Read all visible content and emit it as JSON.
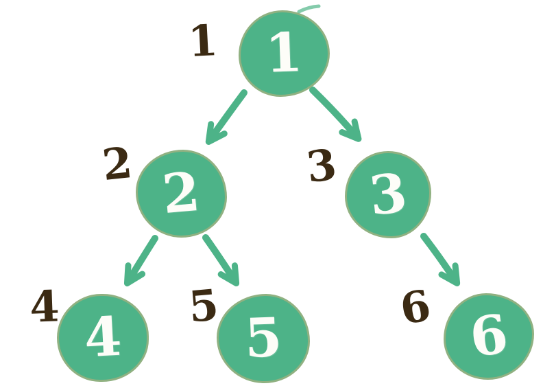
{
  "diagram": {
    "kind": "binary-tree",
    "tree": {
      "nodes": [
        {
          "id": "1",
          "value": "1",
          "index_label": "1"
        },
        {
          "id": "2",
          "value": "2",
          "index_label": "2"
        },
        {
          "id": "3",
          "value": "3",
          "index_label": "3"
        },
        {
          "id": "4",
          "value": "4",
          "index_label": "4"
        },
        {
          "id": "5",
          "value": "5",
          "index_label": "5"
        },
        {
          "id": "6",
          "value": "6",
          "index_label": "6"
        }
      ],
      "edges": [
        {
          "from": "1",
          "to": "2"
        },
        {
          "from": "1",
          "to": "3"
        },
        {
          "from": "2",
          "to": "4"
        },
        {
          "from": "2",
          "to": "5"
        },
        {
          "from": "3",
          "to": "6"
        }
      ]
    },
    "colors": {
      "background": "#ffffff",
      "node_fill": "#4db388",
      "node_outline": "#c9af7c",
      "node_value_text": "#fdfdf8",
      "index_label_text": "#3b2a13",
      "arrow": "#4db388",
      "stray_mark": "#6fc29c"
    }
  }
}
